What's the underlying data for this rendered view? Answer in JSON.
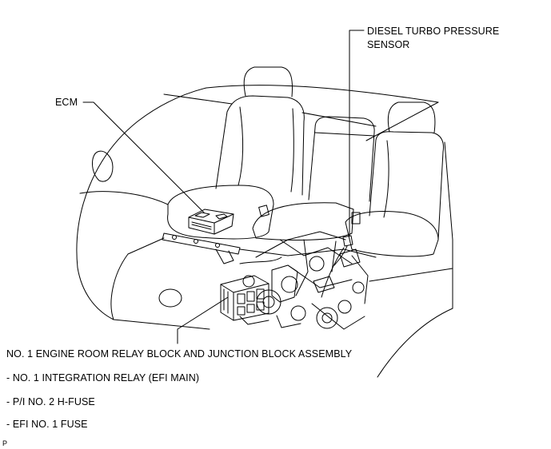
{
  "labels": {
    "sensor": [
      "DIESEL TURBO PRESSURE",
      "SENSOR"
    ],
    "ecm": "ECM",
    "relay_block": "NO. 1 ENGINE ROOM RELAY BLOCK AND JUNCTION BLOCK ASSEMBLY",
    "relay_block_items": [
      "- NO. 1 INTEGRATION RELAY (EFI MAIN)",
      "- P/I NO. 2 H-FUSE",
      "- EFI NO. 1 FUSE"
    ]
  },
  "figure_code": "P"
}
